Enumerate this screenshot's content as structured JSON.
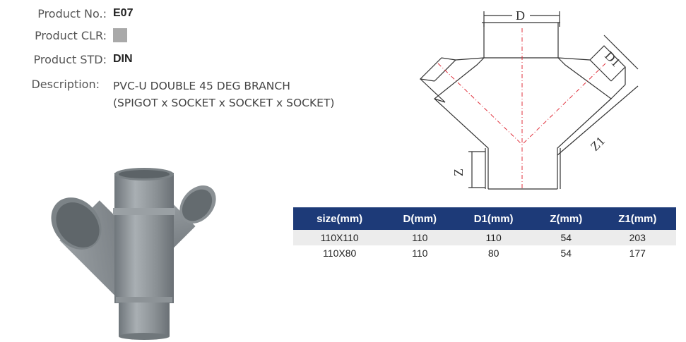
{
  "info": {
    "product_no_label": "Product No.:",
    "product_no_value": "E07",
    "product_clr_label": "Product CLR:",
    "product_clr_color": "#a9a9a9",
    "product_std_label": "Product STD:",
    "product_std_value": "DIN",
    "description_label": "Description:",
    "description_line1": "PVC-U DOUBLE 45 DEG BRANCH",
    "description_line2": "(SPIGOT x SOCKET x SOCKET x SOCKET)"
  },
  "diagram": {
    "label_D": "D",
    "label_D1": "D1",
    "label_Z": "Z",
    "label_Z1": "Z1"
  },
  "colors": {
    "header_bg": "#1d3a78",
    "row_alt_bg": "#ececec",
    "centerline": "#e0303c",
    "pipe_gray": "#8a9196"
  },
  "table": {
    "headers": [
      "size(mm)",
      "D(mm)",
      "D1(mm)",
      "Z(mm)",
      "Z1(mm)"
    ],
    "rows": [
      [
        "110X110",
        "110",
        "110",
        "54",
        "203"
      ],
      [
        "110X80",
        "110",
        "80",
        "54",
        "177"
      ]
    ]
  }
}
